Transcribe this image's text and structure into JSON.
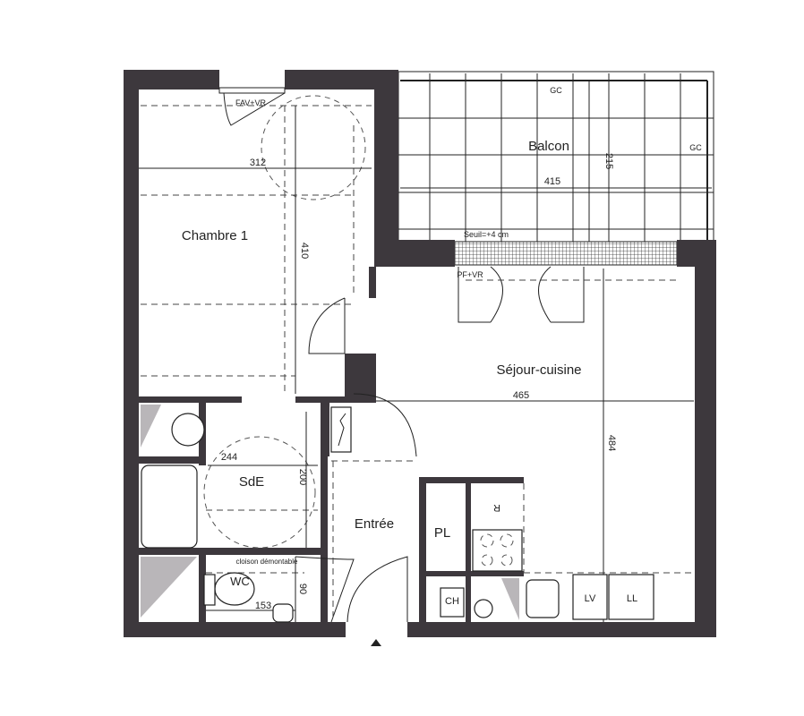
{
  "plan": {
    "rooms": {
      "chambre": "Chambre 1",
      "balcon": "Balcon",
      "sejour": "Séjour-cuisine",
      "sde": "SdE",
      "entree": "Entrée",
      "wc": "WC",
      "pl": "PL"
    },
    "dimensions": {
      "chambre_width": "312",
      "chambre_depth": "410",
      "balcon_width": "415",
      "balcon_depth": "215",
      "sejour_width": "465",
      "sejour_depth": "484",
      "sde_width": "244",
      "sde_depth": "200",
      "wc_width": "153",
      "wc_depth": "90"
    },
    "annotations": {
      "window_chambre": "FAV+VR",
      "window_sejour": "PF+VR",
      "threshold": "Seuil=+4 cm",
      "gc_top": "GC",
      "gc_right": "GC",
      "cloison": "cloison démontable"
    },
    "equipment": {
      "fridge": "R",
      "boiler": "CH",
      "dishwasher": "LV",
      "washer": "LL"
    }
  }
}
